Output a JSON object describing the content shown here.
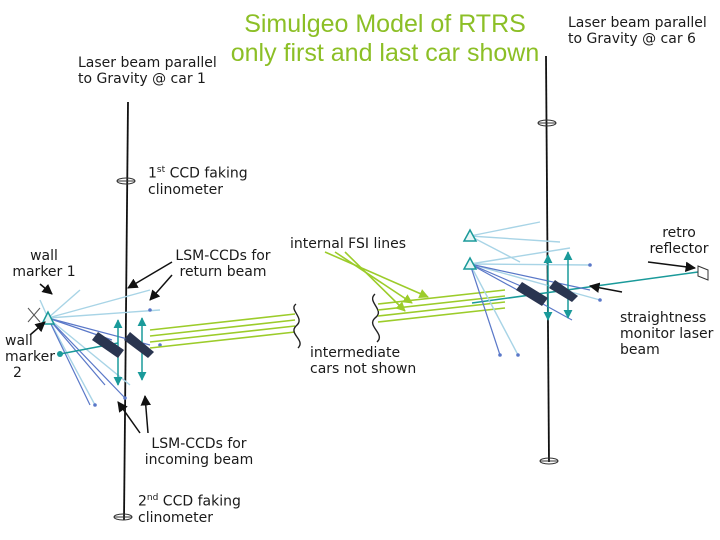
{
  "title": {
    "line1": "Simulgeo Model of RTRS",
    "line2": "only first and last car shown"
  },
  "labels": {
    "beam_car1_l1": "Laser beam parallel",
    "beam_car1_l2": "to Gravity @ car 1",
    "beam_car6_l1": "Laser beam parallel",
    "beam_car6_l2": "to Gravity @ car 6",
    "ccd1_num": "1",
    "ccd1_sup": "st",
    "ccd1_l1_rest": " CCD faking",
    "ccd1_l2": "clinometer",
    "wall1_l1": "wall",
    "wall1_l2": "marker 1",
    "lsm_return_l1": "LSM-CCDs for",
    "lsm_return_l2": "return beam",
    "fsi": "internal FSI lines",
    "retro_l1": "retro",
    "retro_l2": "reflector",
    "wall2_l1": "wall",
    "wall2_l2": "marker",
    "wall2_l3": "2",
    "intermediate_l1": "intermediate",
    "intermediate_l2": "cars not shown",
    "straight_l1": "straightness",
    "straight_l2": "monitor laser",
    "straight_l3": "beam",
    "lsm_incoming_l1": "LSM-CCDs for",
    "lsm_incoming_l2": "incoming beam",
    "ccd2_num": "2",
    "ccd2_sup": "nd",
    "ccd2_l1_rest": " CCD faking",
    "ccd2_l2": "clinometer"
  },
  "colors": {
    "title": "#8cbf26",
    "fsi_lines": "#9ccc2a",
    "lsm_beam": "#1a9a9a",
    "light_rays": "#a8d4e6",
    "dark_rays": "#5a78c8",
    "vertical_beam": "#111111",
    "text": "#1a1a1a"
  }
}
